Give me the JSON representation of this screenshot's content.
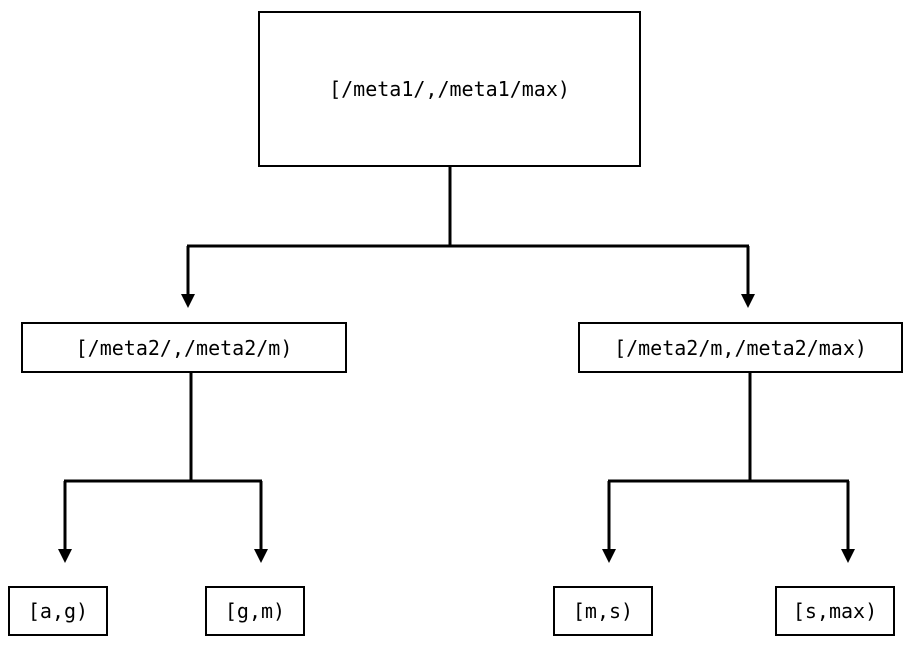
{
  "diagram": {
    "type": "tree",
    "title": "",
    "orientation": "top-down",
    "colors": {
      "stroke": "#000000",
      "fill": "#ffffff",
      "text": "#000000"
    },
    "nodes": {
      "root": {
        "label": "[/meta1/,/meta1/max)",
        "level": 0
      },
      "mid_left": {
        "label": "[/meta2/,/meta2/m)",
        "level": 1
      },
      "mid_right": {
        "label": "[/meta2/m,/meta2/max)",
        "level": 1
      },
      "leaf_ag": {
        "label": "[a,g)",
        "level": 2
      },
      "leaf_gm": {
        "label": "[g,m)",
        "level": 2
      },
      "leaf_ms": {
        "label": "[m,s)",
        "level": 2
      },
      "leaf_smax": {
        "label": "[s,max)",
        "level": 2
      }
    },
    "edges": [
      {
        "from": "root",
        "to": "mid_left",
        "arrow": "triangle-down"
      },
      {
        "from": "root",
        "to": "mid_right",
        "arrow": "triangle-down"
      },
      {
        "from": "mid_left",
        "to": "leaf_ag",
        "arrow": "triangle-down"
      },
      {
        "from": "mid_left",
        "to": "leaf_gm",
        "arrow": "triangle-down"
      },
      {
        "from": "mid_right",
        "to": "leaf_ms",
        "arrow": "triangle-down"
      },
      {
        "from": "mid_right",
        "to": "leaf_smax",
        "arrow": "triangle-down"
      }
    ]
  }
}
